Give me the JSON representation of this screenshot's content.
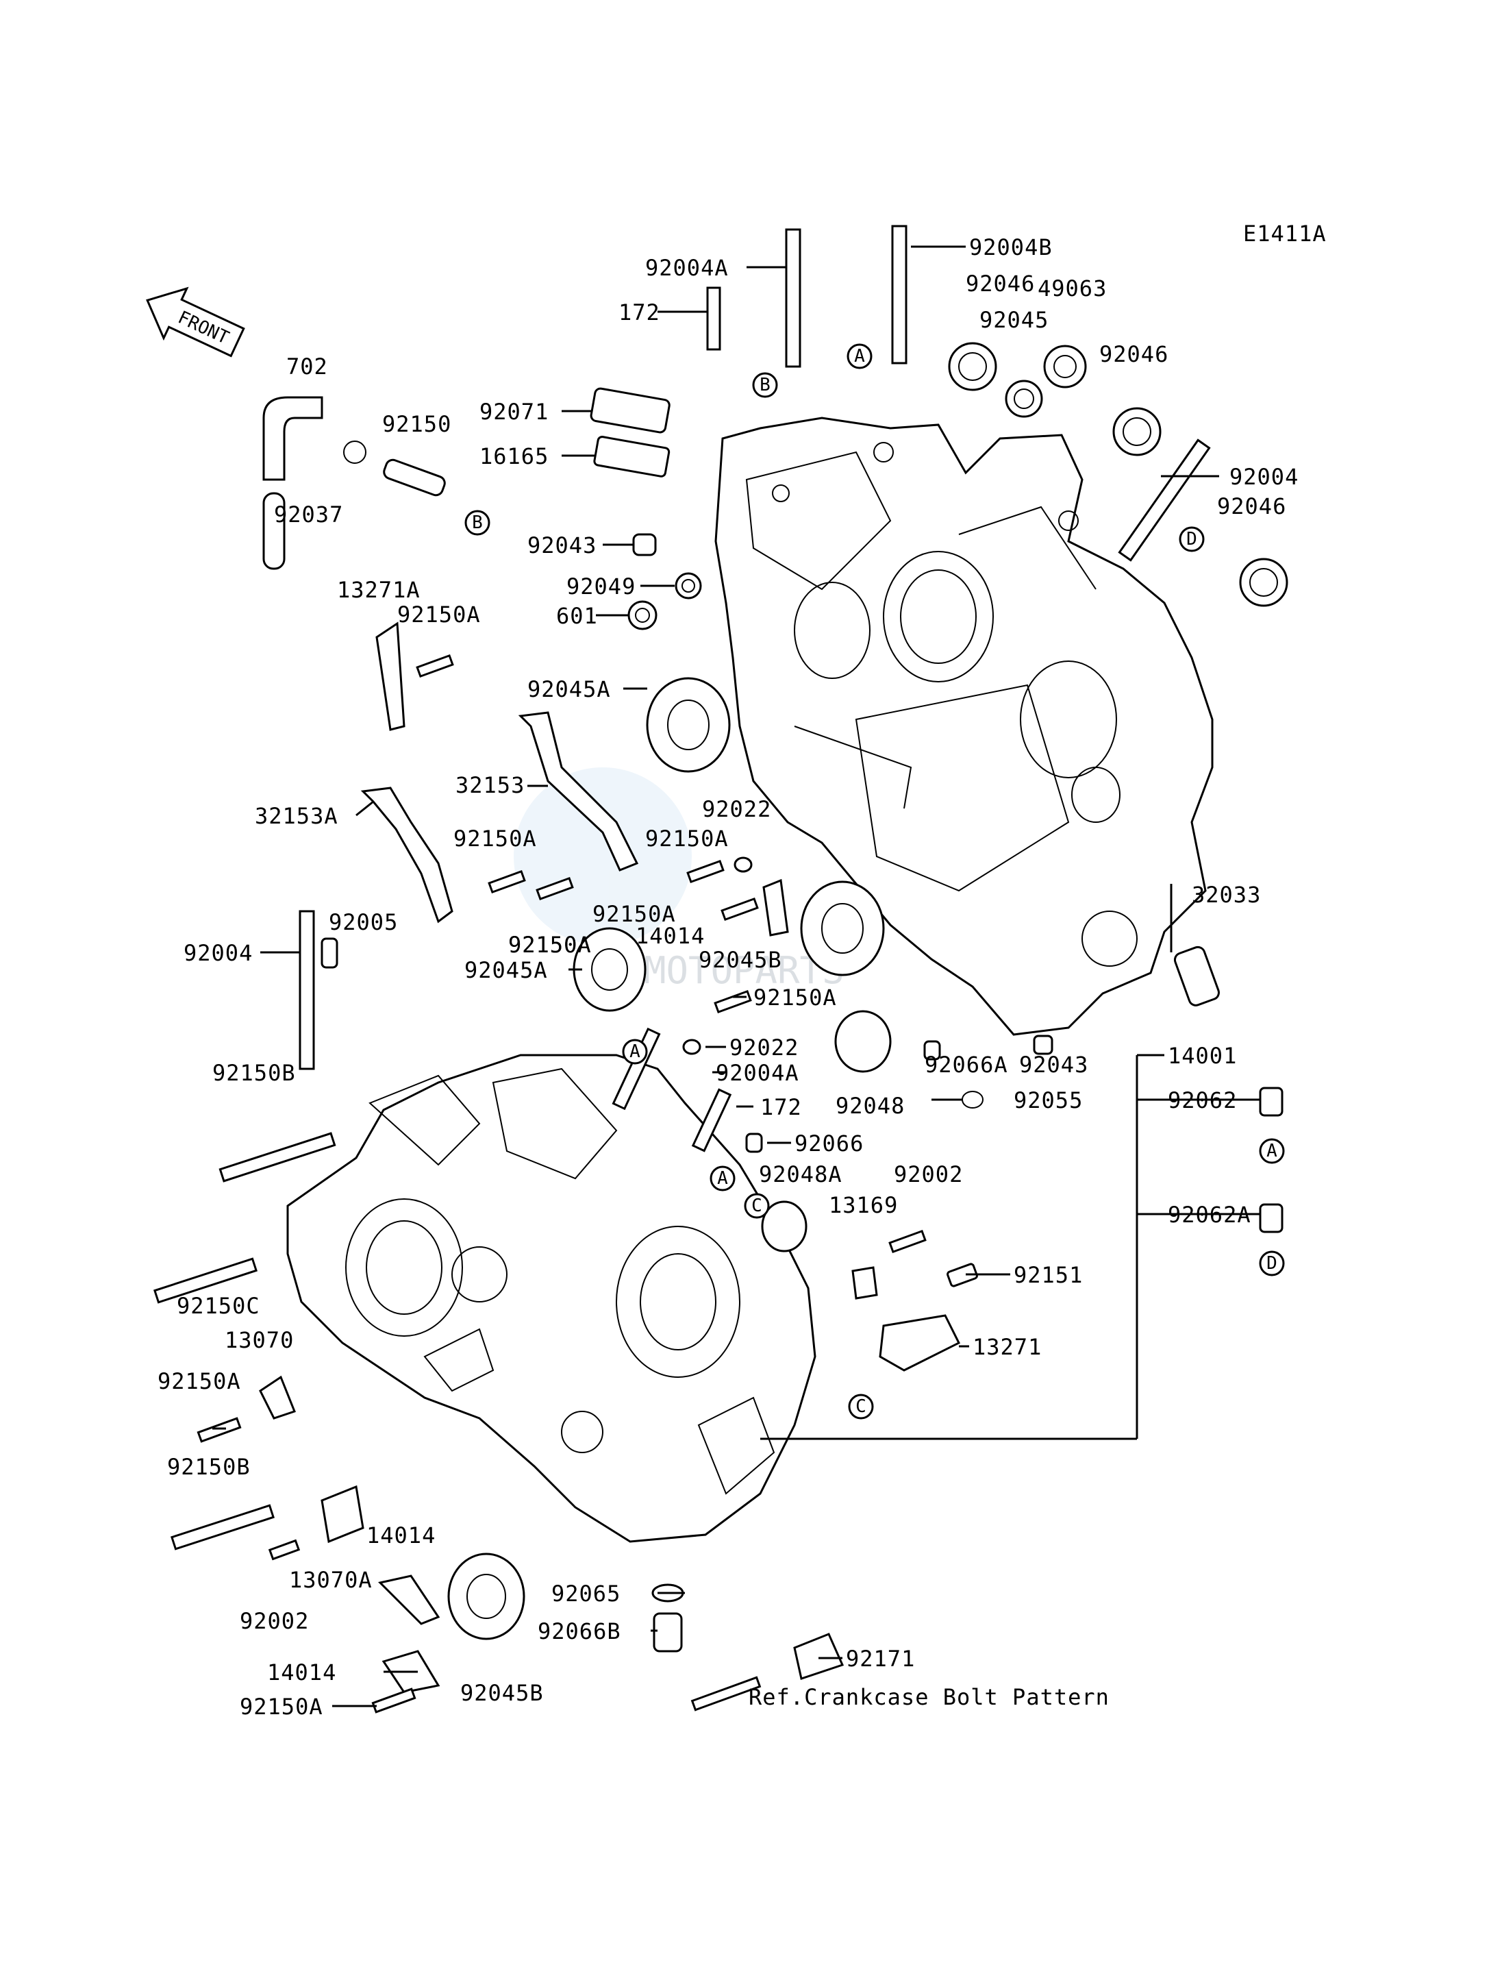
{
  "diagram_code": "E1411A",
  "front_label": "FRONT",
  "reference_note": "Ref.Crankcase Bolt Pattern",
  "watermark": "MOTOPARTS",
  "part_labels": [
    "92004B",
    "92004A",
    "172",
    "92046",
    "49063",
    "92045",
    "92046",
    "702",
    "92150",
    "92071",
    "16165",
    "92037",
    "92004",
    "92043",
    "92046",
    "92049",
    "601",
    "13271A",
    "92150A",
    "92045A",
    "32153",
    "92022",
    "32153A",
    "92150A",
    "92150A",
    "92150A",
    "32033",
    "92150A",
    "14014",
    "92004",
    "92005",
    "92150A",
    "92045B",
    "92045A",
    "92150A",
    "92022",
    "92004A",
    "92150B",
    "92048",
    "92066A",
    "92043",
    "14001",
    "172",
    "92055",
    "92062",
    "92066",
    "92048A",
    "92002",
    "92062A",
    "13169",
    "92150C",
    "92151",
    "13070",
    "13271",
    "92150A",
    "92150B",
    "14014",
    "13070A",
    "92065",
    "92002",
    "92066B",
    "92171",
    "14014",
    "92045B",
    "92150A"
  ],
  "ref_markers": [
    "A",
    "B",
    "C",
    "D"
  ]
}
